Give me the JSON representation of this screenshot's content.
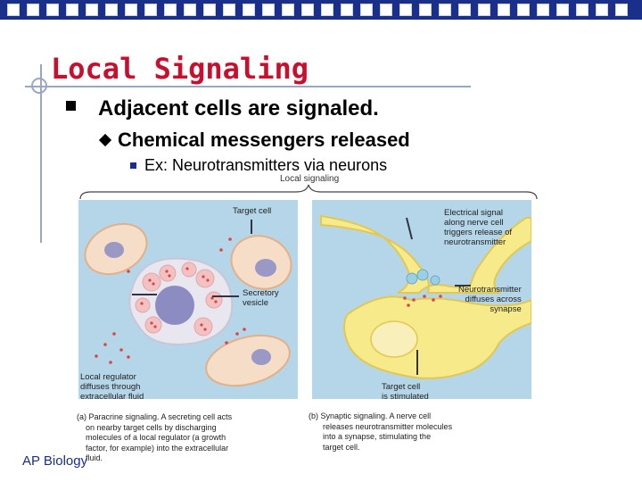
{
  "slide": {
    "title": "Local Signaling",
    "bullet1": "Adjacent cells are signaled.",
    "bullet2": "Chemical messengers released",
    "bullet3": "Ex: Neurotransmitters via neurons",
    "footer": "AP Biology",
    "colors": {
      "top_bar": "#1a2f8a",
      "title": "#c8102e",
      "panel_bg": "#b4d6e8",
      "cell_fill": "#f5ddc8",
      "cell_outline": "#e3b08a",
      "nucleus": "#9a99c6",
      "neuron": "#f7ea8a"
    }
  },
  "figure": {
    "title": "Local signaling",
    "labels": {
      "target_cell": "Target cell",
      "secretory_vesicle": [
        "Secretory",
        "vesicle"
      ],
      "local_regulator": [
        "Local regulator",
        "diffuses through",
        "extracellular fluid"
      ],
      "electrical_signal": [
        "Electrical signal",
        "along nerve cell",
        "triggers release of",
        "neurotransmitter"
      ],
      "neurotransmitter_diffuses": [
        "Neurotransmitter",
        "diffuses across",
        "synapse"
      ],
      "target_stimulated": [
        "Target cell",
        "is stimulated"
      ]
    },
    "caption_a": [
      "(a) Paracrine signaling. A secreting cell acts",
      "on nearby target cells by discharging",
      "molecules of a local regulator (a growth",
      "factor, for example) into the extracellular",
      "fluid."
    ],
    "caption_b": [
      "(b) Synaptic signaling. A nerve cell",
      "releases neurotransmitter molecules",
      "into a synapse, stimulating the",
      "target cell."
    ]
  }
}
